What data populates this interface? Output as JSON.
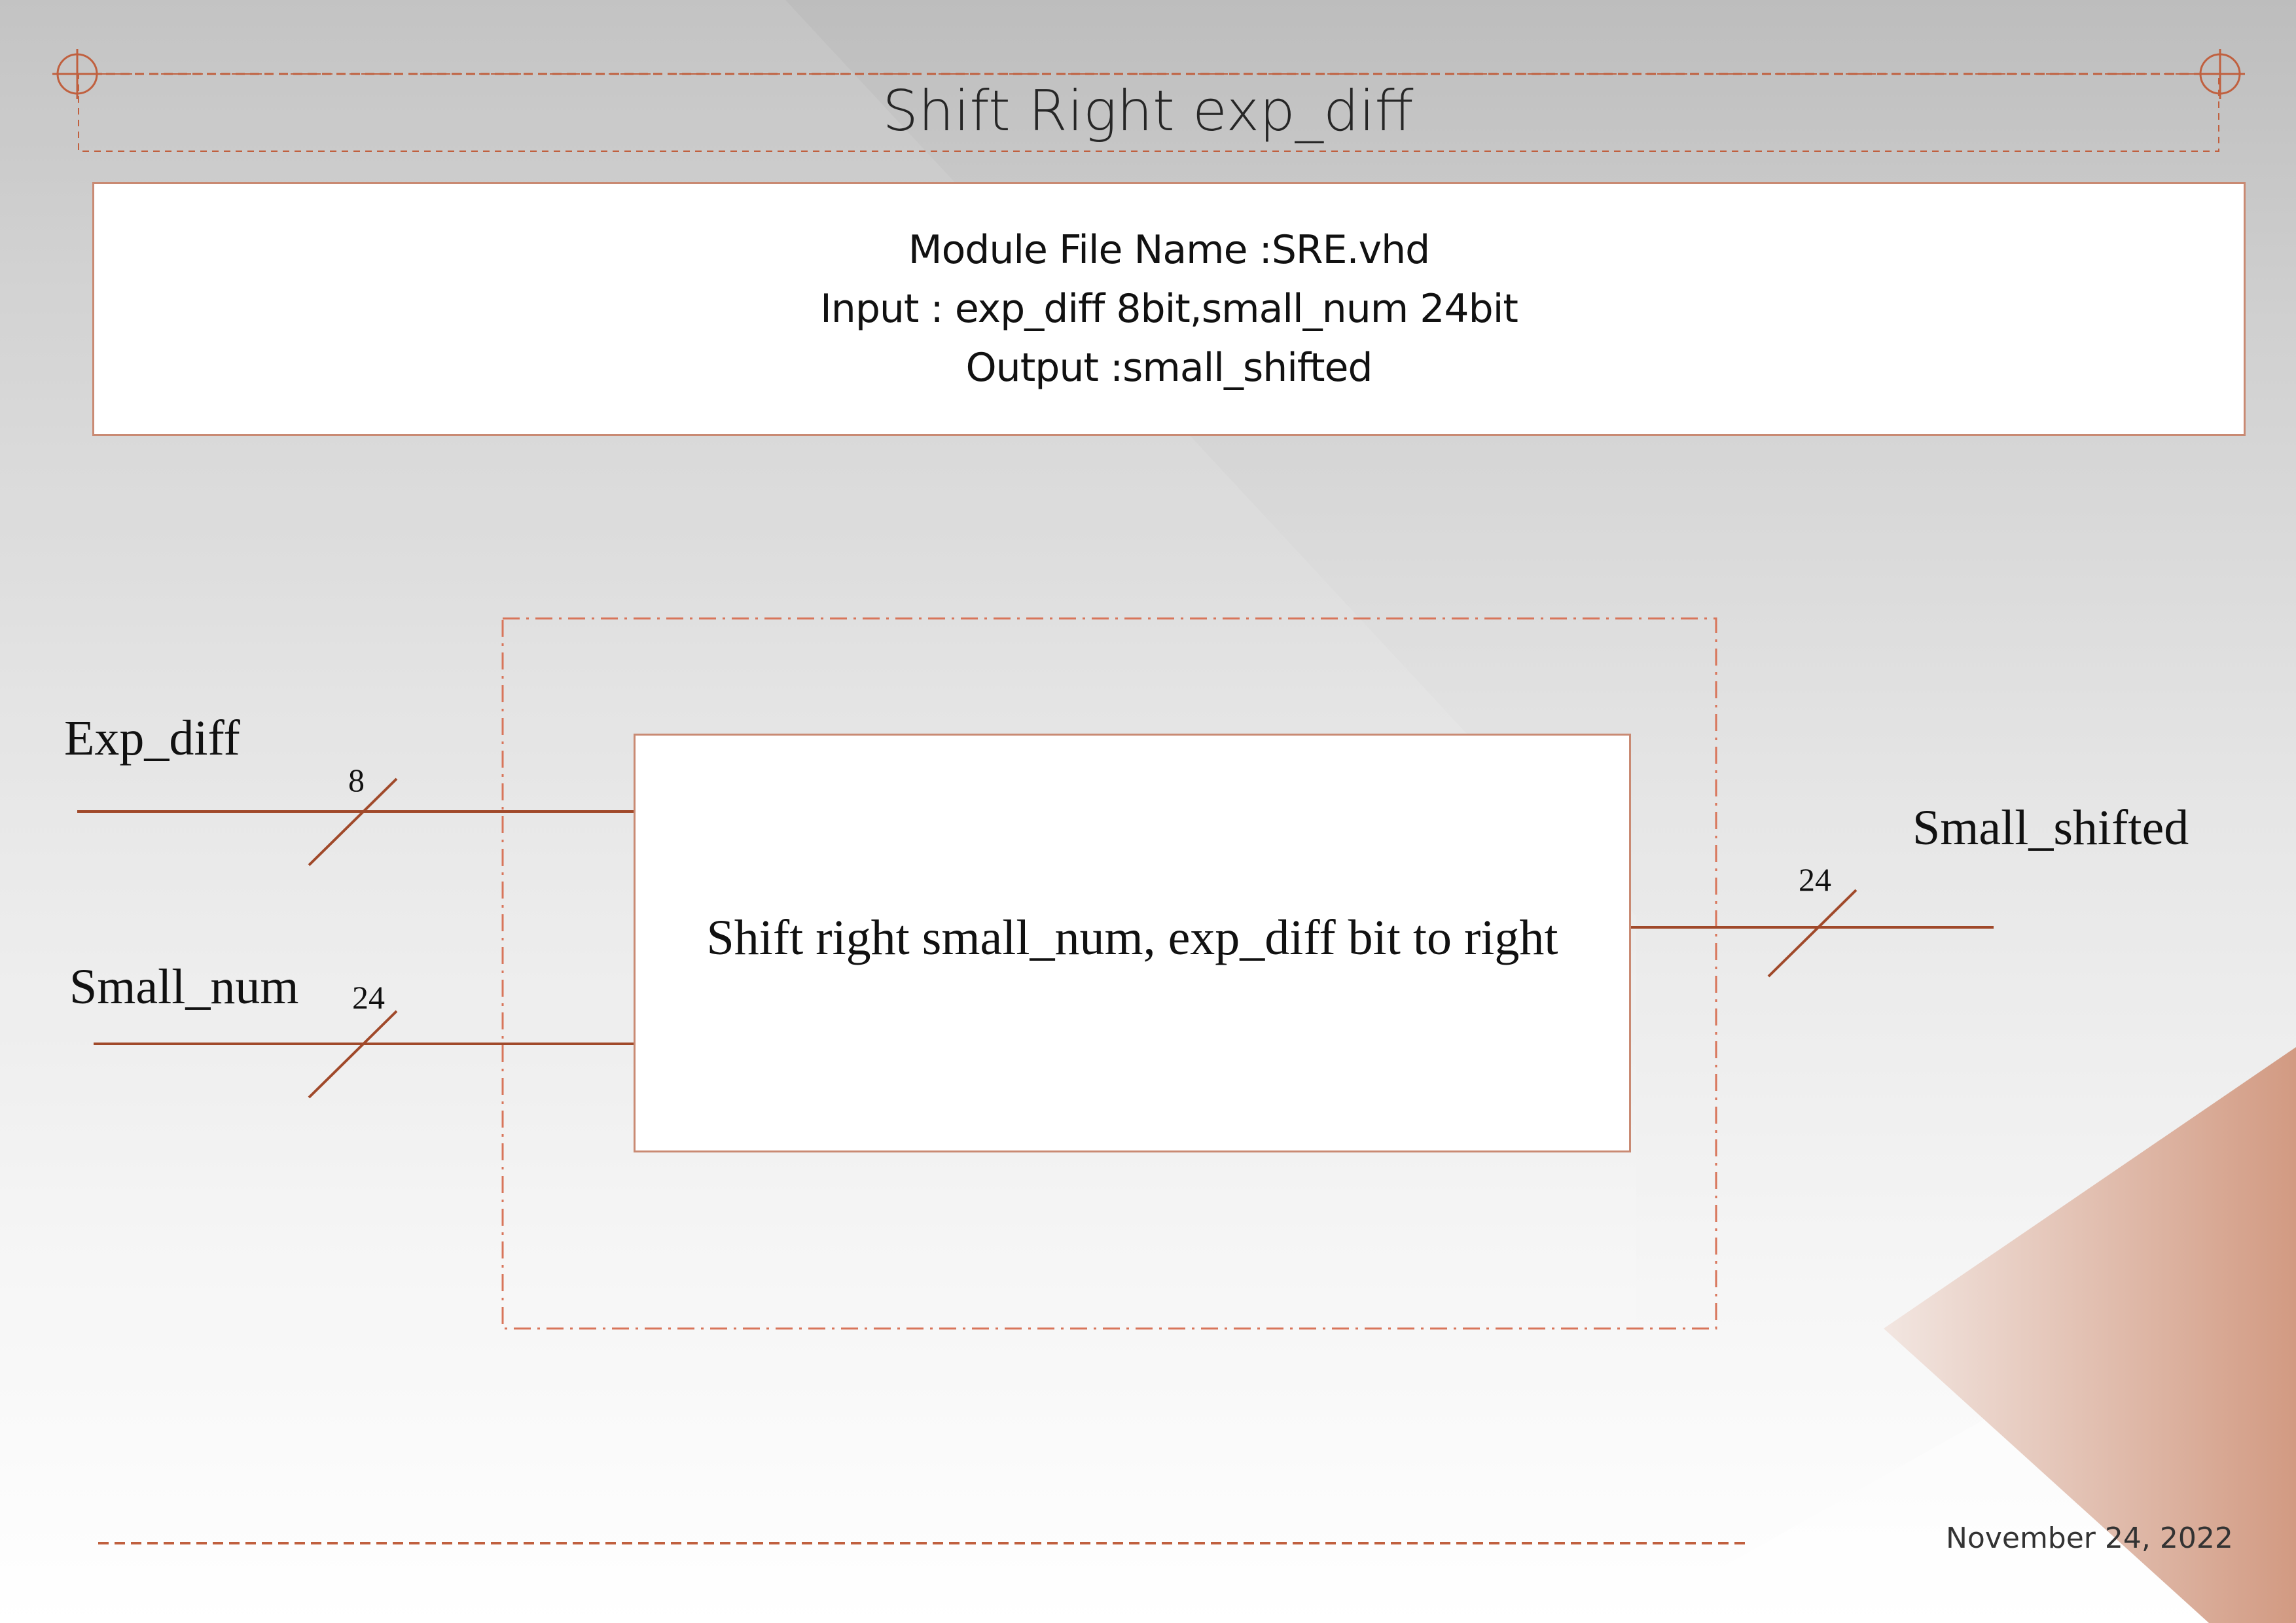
{
  "title": "Shift Right exp_diff",
  "info": {
    "lines": [
      "Module File Name :SRE.vhd",
      "Input : exp_diff 8bit,small_num 24bit",
      "Output :small_shifted"
    ]
  },
  "module": {
    "description": "Shift right small_num, exp_diff bit to right"
  },
  "signals": {
    "exp_diff": {
      "label": "Exp_diff",
      "width": "8"
    },
    "small_num": {
      "label": "Small_num",
      "width": "24"
    },
    "small_shifted": {
      "label": "Small_shifted",
      "width": "24"
    }
  },
  "footer": {
    "date": "November 24, 2022"
  },
  "colors": {
    "accent": "#a0492a",
    "border": "#c98a73",
    "corner": "#d49a82"
  }
}
